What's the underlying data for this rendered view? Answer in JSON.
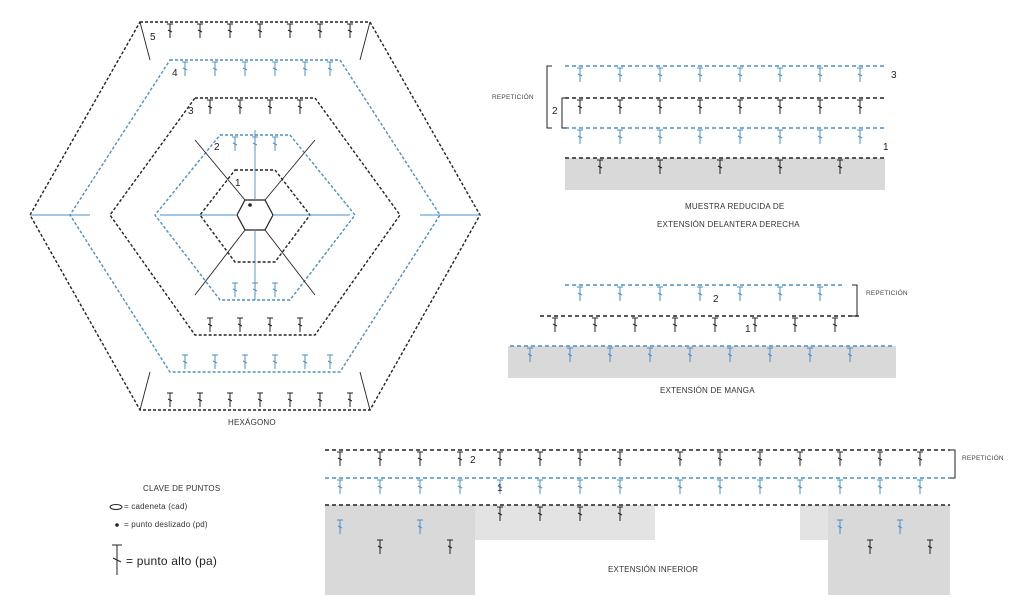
{
  "diagrams": {
    "hexagon": {
      "title": "HEXÁGONO",
      "rounds": [
        "1",
        "2",
        "3",
        "4",
        "5"
      ]
    },
    "front_extension": {
      "sample_label": "MUESTRA REDUCIDA DE",
      "title": "EXTENSIÓN DELANTERA DERECHA",
      "repeat_label": "REPETICIÓN",
      "rows": [
        "1",
        "2",
        "3"
      ]
    },
    "sleeve_extension": {
      "title": "EXTENSIÓN DE MANGA",
      "repeat_label": "REPETICIÓN",
      "rows": [
        "1",
        "2"
      ]
    },
    "bottom_extension": {
      "title": "EXTENSIÓN INFERIOR",
      "repeat_label": "REPETICIÓN",
      "rows": [
        "1",
        "2"
      ]
    }
  },
  "stitch_key": {
    "title": "CLAVE DE PUNTOS",
    "chain": "= cadeneta (cad)",
    "slip": "= punto deslizado (pd)",
    "dc": "= punto alto (pa)"
  },
  "colors": {
    "black": "#222222",
    "blue": "#4a90c8",
    "shade": "#d9d9d9"
  }
}
